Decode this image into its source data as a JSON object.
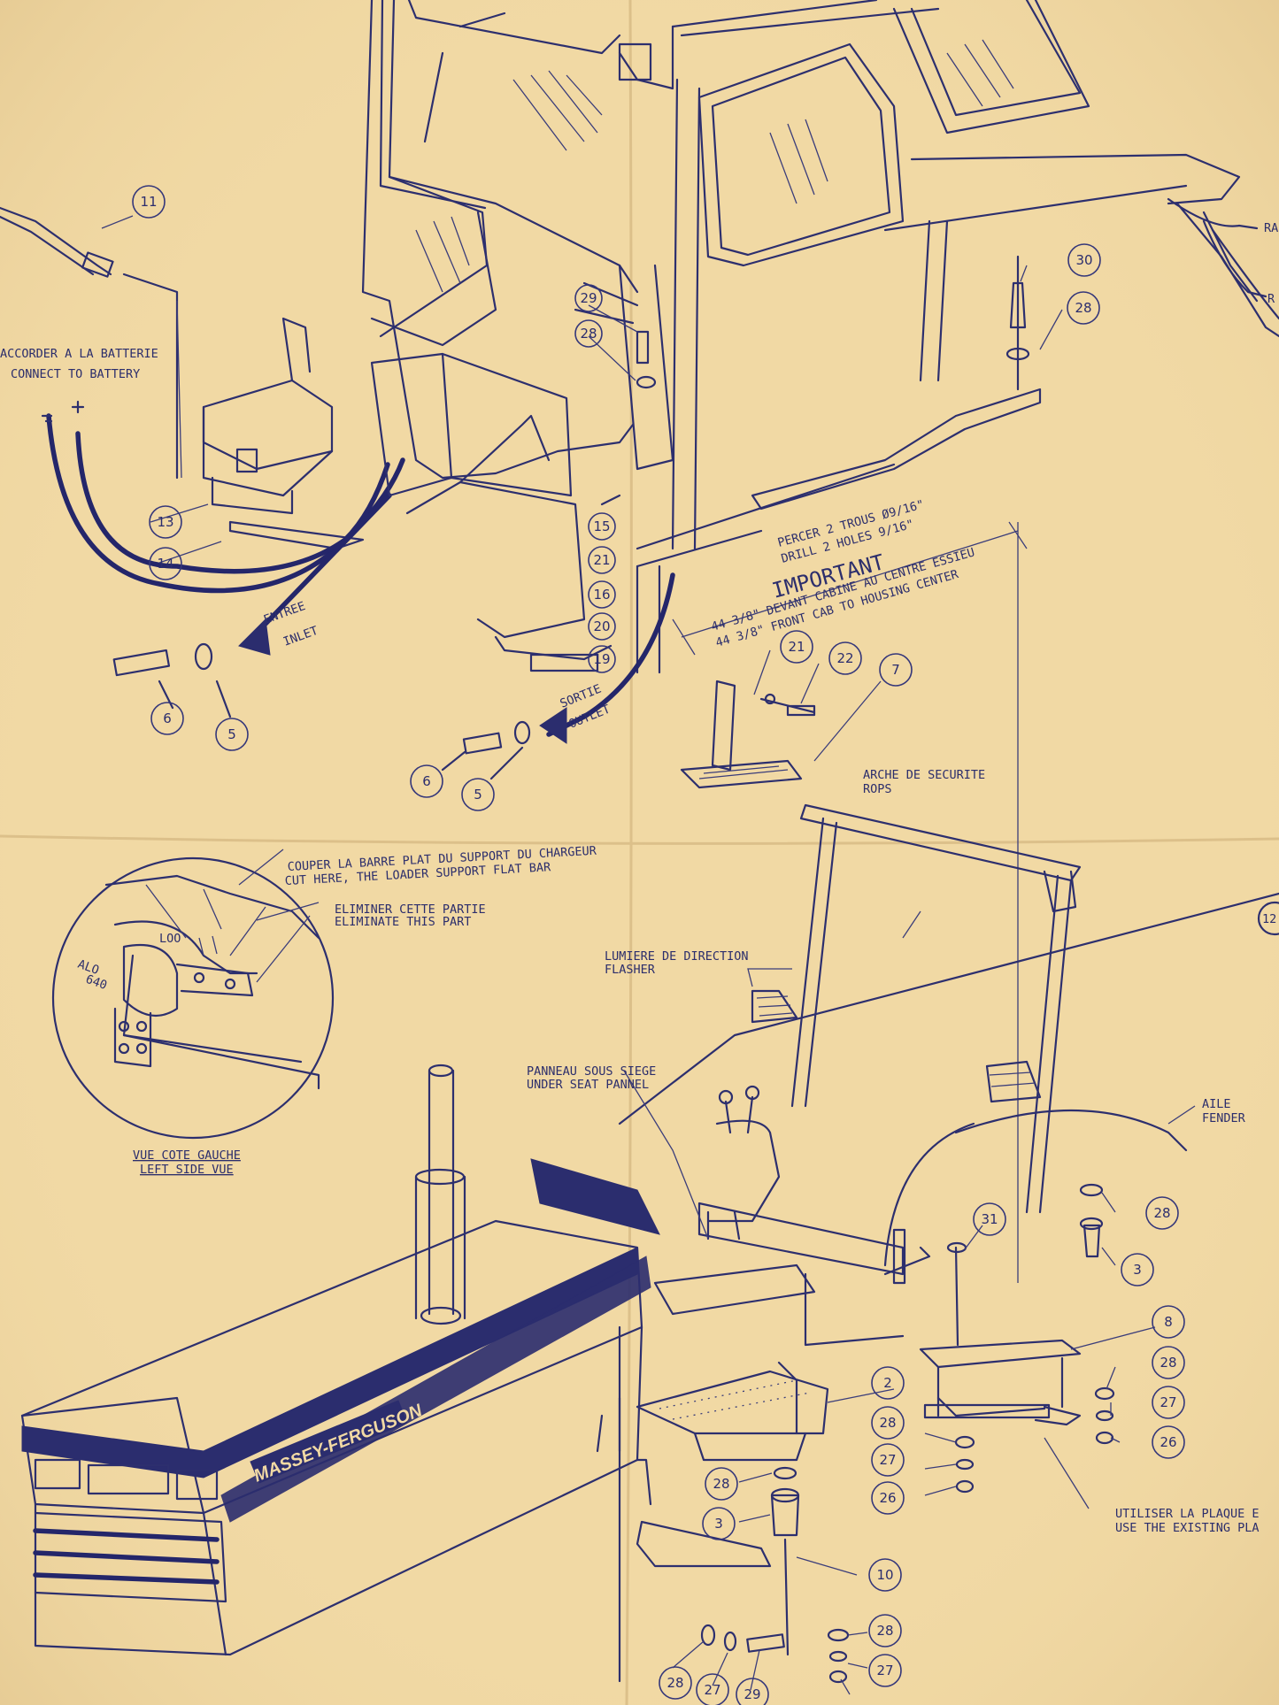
{
  "labels": {
    "battery": [
      "ACCORDER A LA BATTERIE",
      "CONNECT TO BATTERY"
    ],
    "inlet": [
      "ENTREE",
      "INLET"
    ],
    "outlet": [
      "SORTIE",
      "OUTLET"
    ],
    "drill": [
      "PERCER 2 TROUS Ø9/16\"",
      "DRILL 2 HOLES 9/16\""
    ],
    "important": "IMPORTANT",
    "dimension": [
      "44 3/8\" DEVANT CABINE AU CENTRE ESSIEU",
      "44 3/8\" FRONT CAB TO HOUSING CENTER"
    ],
    "rops": [
      "ARCHE DE SECURITE",
      "ROPS"
    ],
    "cut_here": [
      "COUPER LA BARRE PLAT DU SUPPORT DU CHARGEUR",
      "CUT HERE, THE LOADER SUPPORT FLAT BAR"
    ],
    "eliminate": [
      "ELIMINER CETTE PARTIE",
      "ELIMINATE THIS PART"
    ],
    "detail_marks": [
      "LOO",
      "ALO",
      "640"
    ],
    "left_view": [
      "VUE COTE GAUCHE",
      "LEFT SIDE VUE"
    ],
    "flasher": [
      "LUMIERE DE DIRECTION",
      "FLASHER"
    ],
    "under_seat": [
      "PANNEAU SOUS SIEGE",
      "UNDER SEAT PANNEL"
    ],
    "fender": [
      "AILE",
      "FENDER"
    ],
    "existing_plate": [
      "UTILISER LA PLAQUE E",
      "USE THE EXISTING PLA"
    ],
    "brand": "MASSEY-FERGUSON",
    "edge_marks": [
      "RA",
      "R",
      "12"
    ]
  },
  "callouts": [
    "11",
    "13",
    "14",
    "6",
    "5",
    "6",
    "5",
    "15",
    "21",
    "16",
    "20",
    "19",
    "29",
    "28",
    "30",
    "28",
    "21",
    "22",
    "7",
    "28",
    "3",
    "31",
    "8",
    "28",
    "27",
    "26",
    "2",
    "28",
    "27",
    "26",
    "28",
    "3",
    "10",
    "28",
    "27",
    "28",
    "27",
    "29"
  ]
}
